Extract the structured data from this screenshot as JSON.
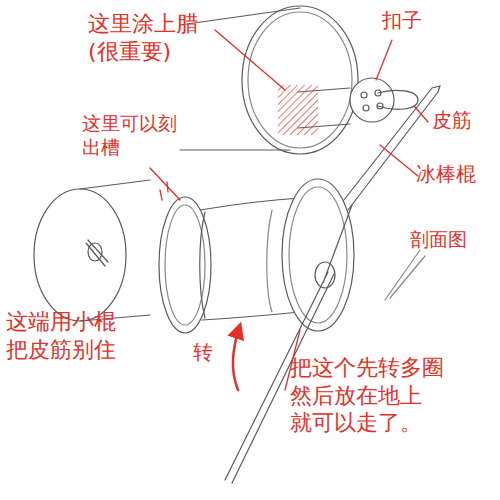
{
  "diagram": {
    "labels": [
      "这里涂上腊 (很重要)",
      "扣子",
      "皮筋",
      "冰棒棍",
      "这里可以刻 出槽",
      "剖面图",
      "这端用小棍 把皮筋别住",
      "转",
      "把这个先转多圈 然后放在地上 就可以走了。"
    ]
  }
}
